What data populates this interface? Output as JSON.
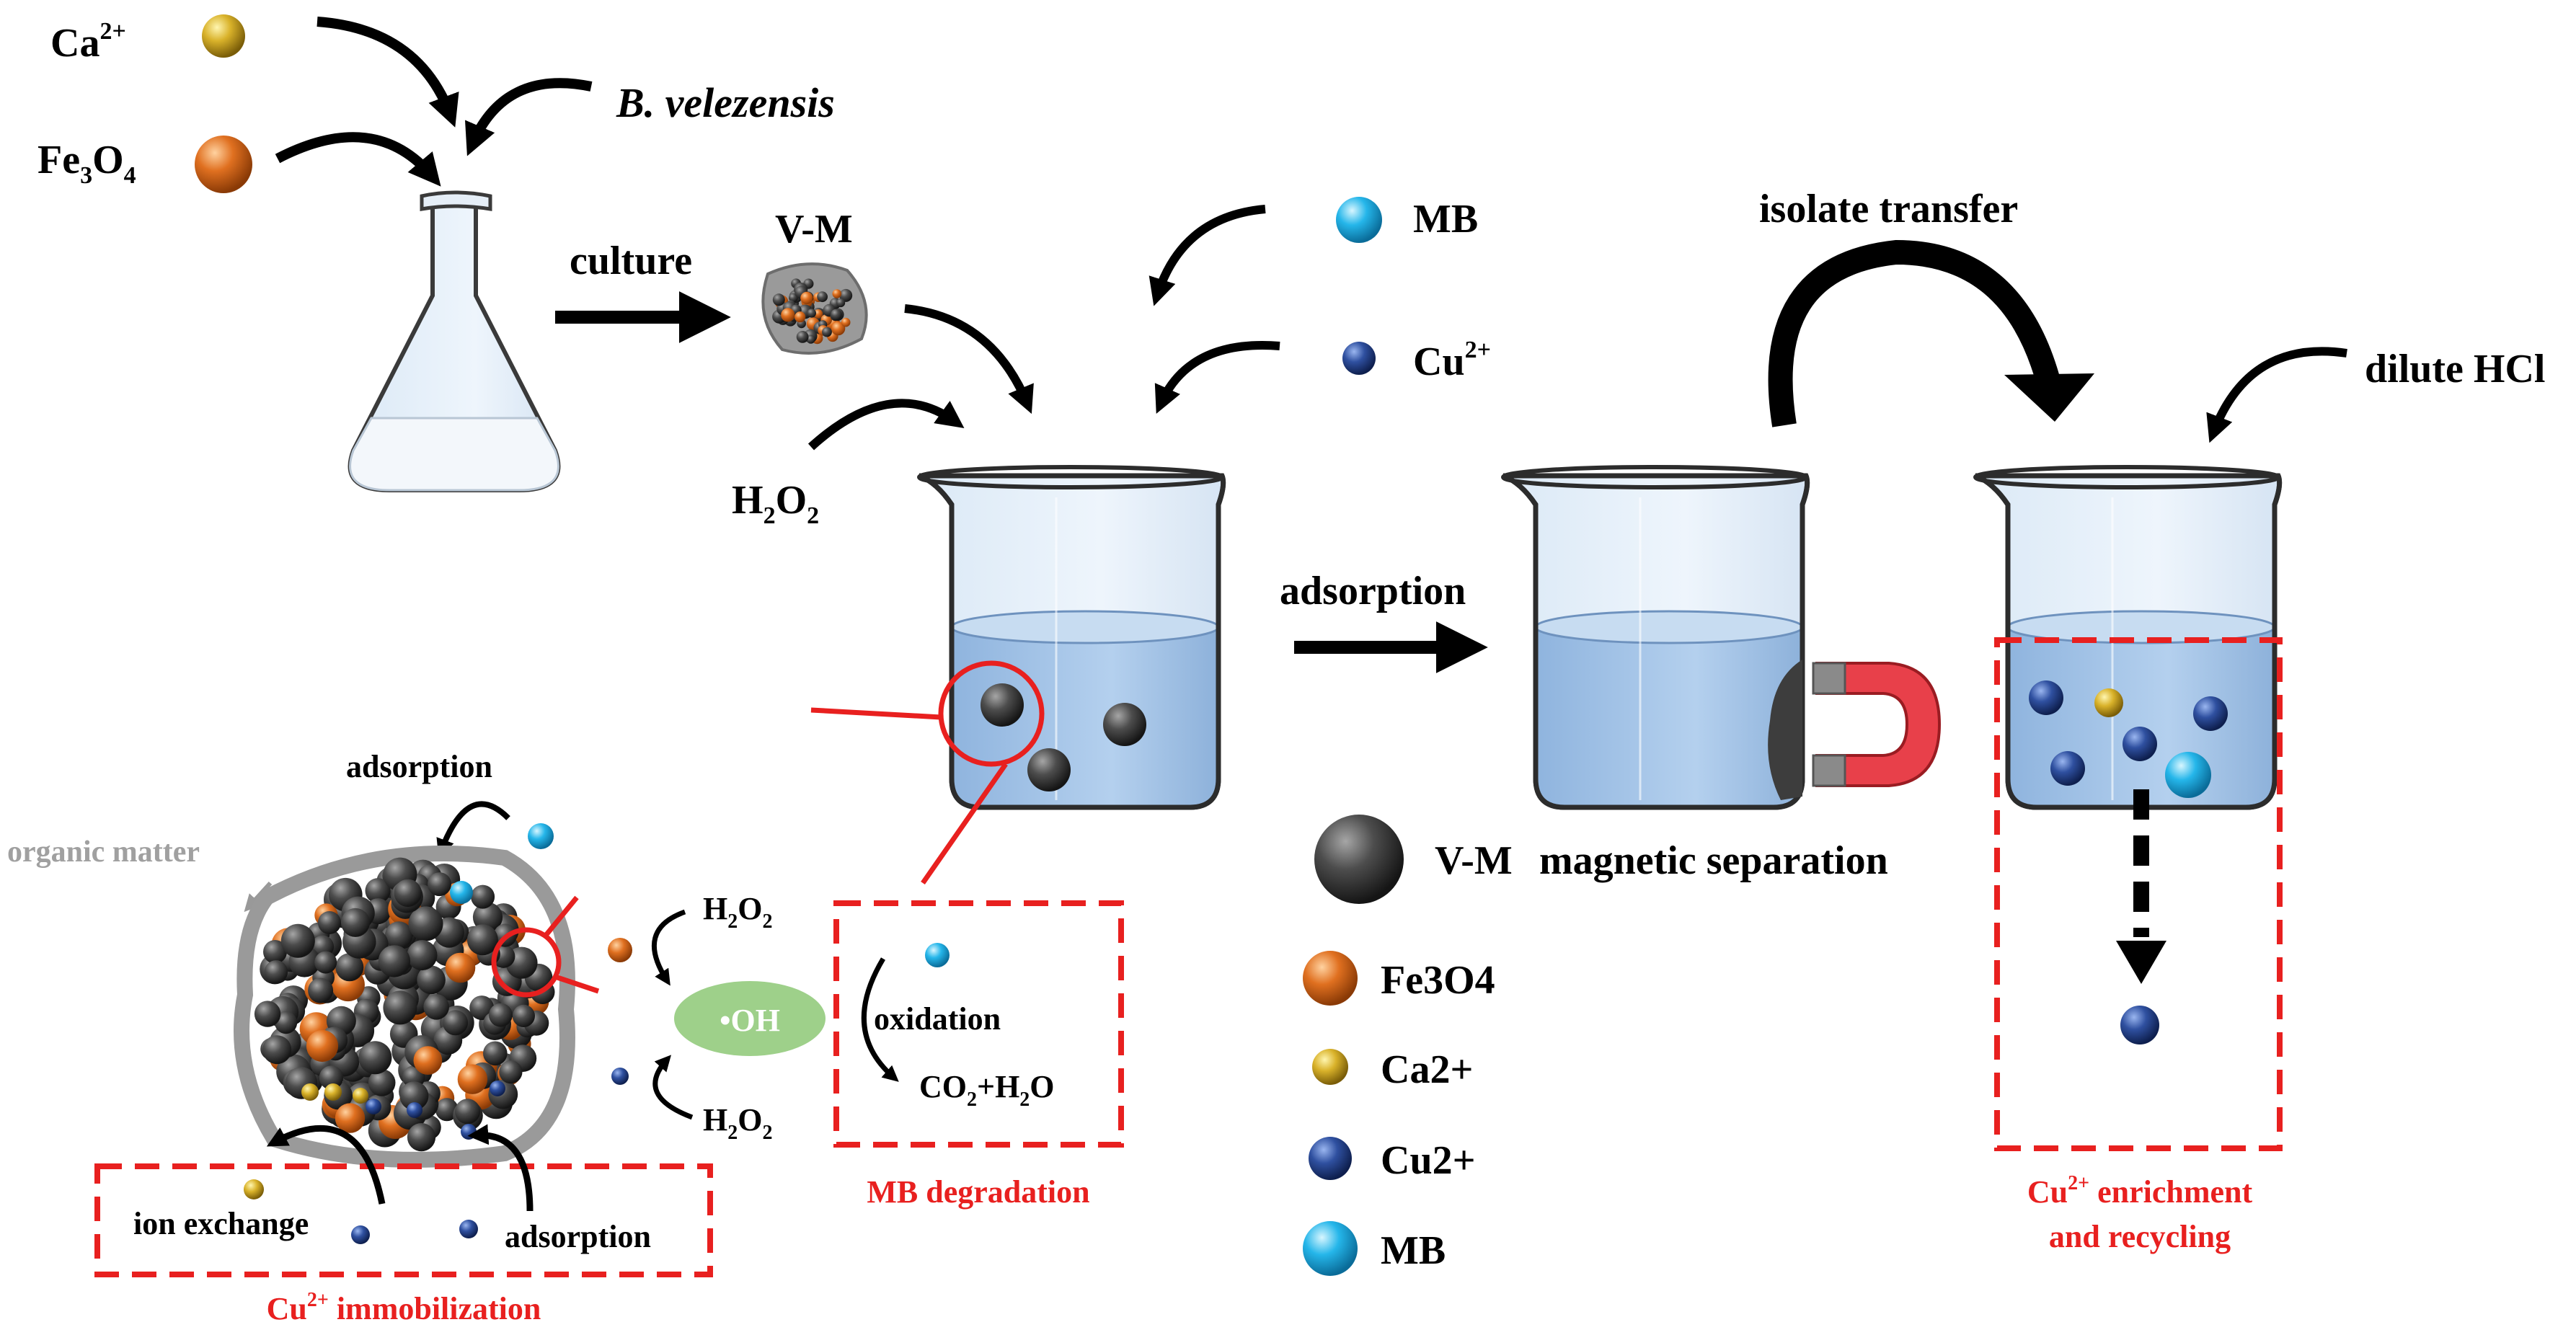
{
  "labels": {
    "ca_top": "Ca",
    "ca_top_sup": "2+",
    "fe3o4_top_main": "Fe",
    "fe3o4_top_sub1": "3",
    "fe3o4_top_o": "O",
    "fe3o4_top_sub2": "4",
    "b_velezensis": "B. velezensis",
    "culture": "culture",
    "vm_top": "V-M",
    "h2o2_main_h": "H",
    "h2o2_main_sub1": "2",
    "h2o2_main_o": "O",
    "h2o2_main_sub2": "2",
    "mb_top": "MB",
    "cu_top": "Cu",
    "cu_top_sup": "2+",
    "isolate_transfer": "isolate transfer",
    "dilute_hcl": "dilute HCl",
    "adsorption_arrow": "adsorption",
    "magnetic_separation": "magnetic separation",
    "adsorption_particle": "adsorption",
    "organic_matter": "organic matter",
    "h2o2_upper": "H2O2",
    "h2o2_lower": "H2O2",
    "oh_radical": "•OH",
    "oxidation": "oxidation",
    "co2_h2o": "CO2+H2O",
    "ion_exchange": "ion exchange",
    "adsorption_bottom": "adsorption",
    "cu_immobilization": "immobilization",
    "cu_immobilization_prefix": "Cu",
    "cu_immobilization_sup": "2+",
    "mb_degradation": "MB degradation",
    "cu_enrichment_line1": "enrichment",
    "cu_enrichment_prefix": "Cu",
    "cu_enrichment_sup": "2+",
    "cu_enrichment_line2": "and recycling"
  },
  "legend": {
    "items": [
      {
        "label": "V-M",
        "color": "#4a4a4a"
      },
      {
        "label": "Fe3O4",
        "color": "#e0731f"
      },
      {
        "label": "Ca2+",
        "color": "#c9a21a"
      },
      {
        "label": "Cu2+",
        "color": "#2f4f9a"
      },
      {
        "label": "MB",
        "color": "#25b6ea"
      }
    ]
  },
  "colors": {
    "accent_red": "#e8201f",
    "water_blue": "#a7c8e8",
    "oh_green": "#9ed08a",
    "magnet_red": "#e8404a"
  }
}
